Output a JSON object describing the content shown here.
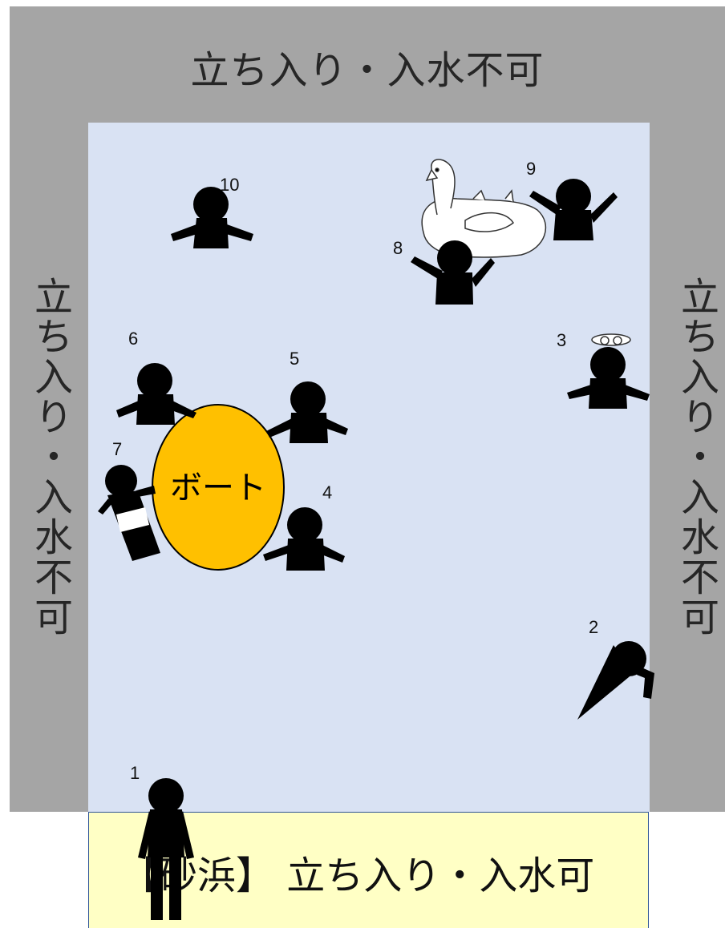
{
  "zones": {
    "top_label": "立ち入り・入水不可",
    "left_label": "立ち入り・入水不可",
    "right_label": "立ち入り・入水不可",
    "beach_label": "【砂浜】 立ち入り・入水可"
  },
  "boat": {
    "label": "ボート",
    "color": "#ffc000"
  },
  "people": {
    "p1": "1",
    "p2": "2",
    "p3": "3",
    "p4": "4",
    "p5": "5",
    "p6": "6",
    "p7": "7",
    "p8": "8",
    "p9": "9",
    "p10": "10"
  },
  "colors": {
    "restricted": "#a5a5a5",
    "water": "#d9e2f3",
    "beach": "#ffffc5",
    "person": "#000000"
  }
}
